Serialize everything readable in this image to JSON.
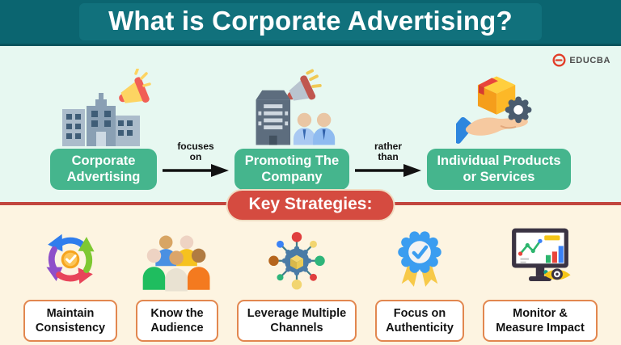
{
  "header": {
    "title": "What is Corporate Advertising?"
  },
  "logo": {
    "brand": "EDUCBA",
    "icon": "educba-e-swirl-icon"
  },
  "flow": {
    "boxes": [
      {
        "label": "Corporate Advertising",
        "icon": "buildings-megaphone-icon"
      },
      {
        "label": "Promoting The Company",
        "icon": "building-announcement-people-icon"
      },
      {
        "label": "Individual Products or Services",
        "icon": "hand-product-gear-icon"
      }
    ],
    "connectors": [
      {
        "line1": "focuses",
        "line2": "on",
        "icon": "arrow-right-icon"
      },
      {
        "line1": "rather",
        "line2": "than",
        "icon": "arrow-right-icon"
      }
    ]
  },
  "strategies": {
    "banner": "Key Strategies:",
    "items": [
      {
        "label": "Maintain Consistency",
        "icon": "cycle-arrows-icon"
      },
      {
        "label": "Know the Audience",
        "icon": "audience-people-icon"
      },
      {
        "label": "Leverage Multiple Channels",
        "icon": "network-channels-icon"
      },
      {
        "label": "Focus on Authenticity",
        "icon": "badge-check-icon"
      },
      {
        "label": "Monitor & Measure Impact",
        "icon": "monitor-analytics-icon"
      }
    ]
  },
  "colors": {
    "header_teal": "#0b6570",
    "header_inner_teal": "#11717c",
    "mint_background": "#e7f8f1",
    "cream_background": "#fdf4e1",
    "accent_green": "#45b58d",
    "accent_red": "#d54b40",
    "divider_red": "#c2463e",
    "label_border_orange": "#e2874f",
    "logo_red": "#e23d28"
  }
}
